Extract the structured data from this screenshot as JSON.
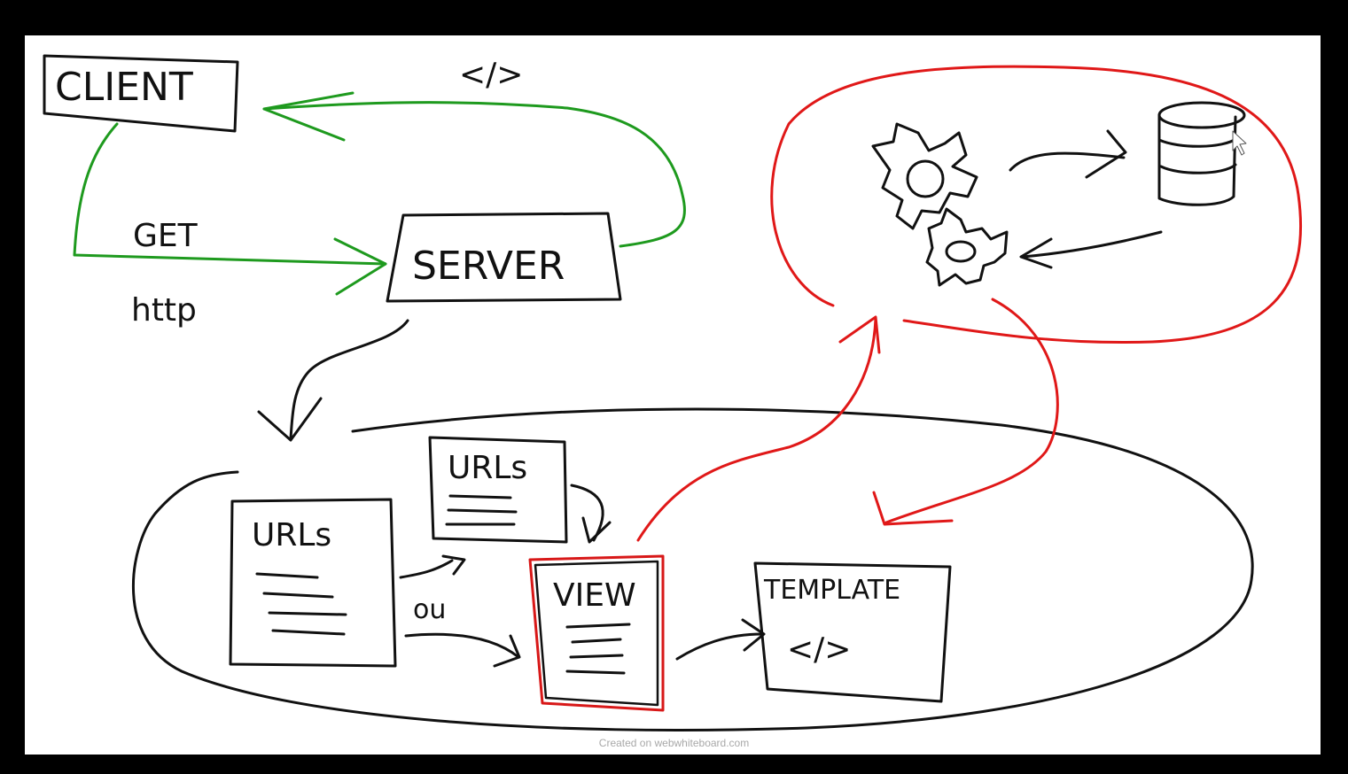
{
  "board": {
    "watermark": "Created on webwhiteboard.com"
  },
  "diagram": {
    "nodes": {
      "client": "CLIENT",
      "server": "SERVER",
      "urls_main": "URLs",
      "urls_secondary": "URLs",
      "view": "VIEW",
      "template": "TEMPLATE",
      "template_code": "</>"
    },
    "edge_labels": {
      "get": "GET",
      "http": "http",
      "response_code": "</>",
      "or": "ou"
    },
    "icons": [
      "gear-icon",
      "gear-icon",
      "database-icon"
    ]
  },
  "colors": {
    "background": "#000000",
    "board": "#ffffff",
    "ink": "#111111",
    "request_flow": "#1e9a1e",
    "model_flow": "#e01818",
    "view_highlight": "#d81818"
  }
}
